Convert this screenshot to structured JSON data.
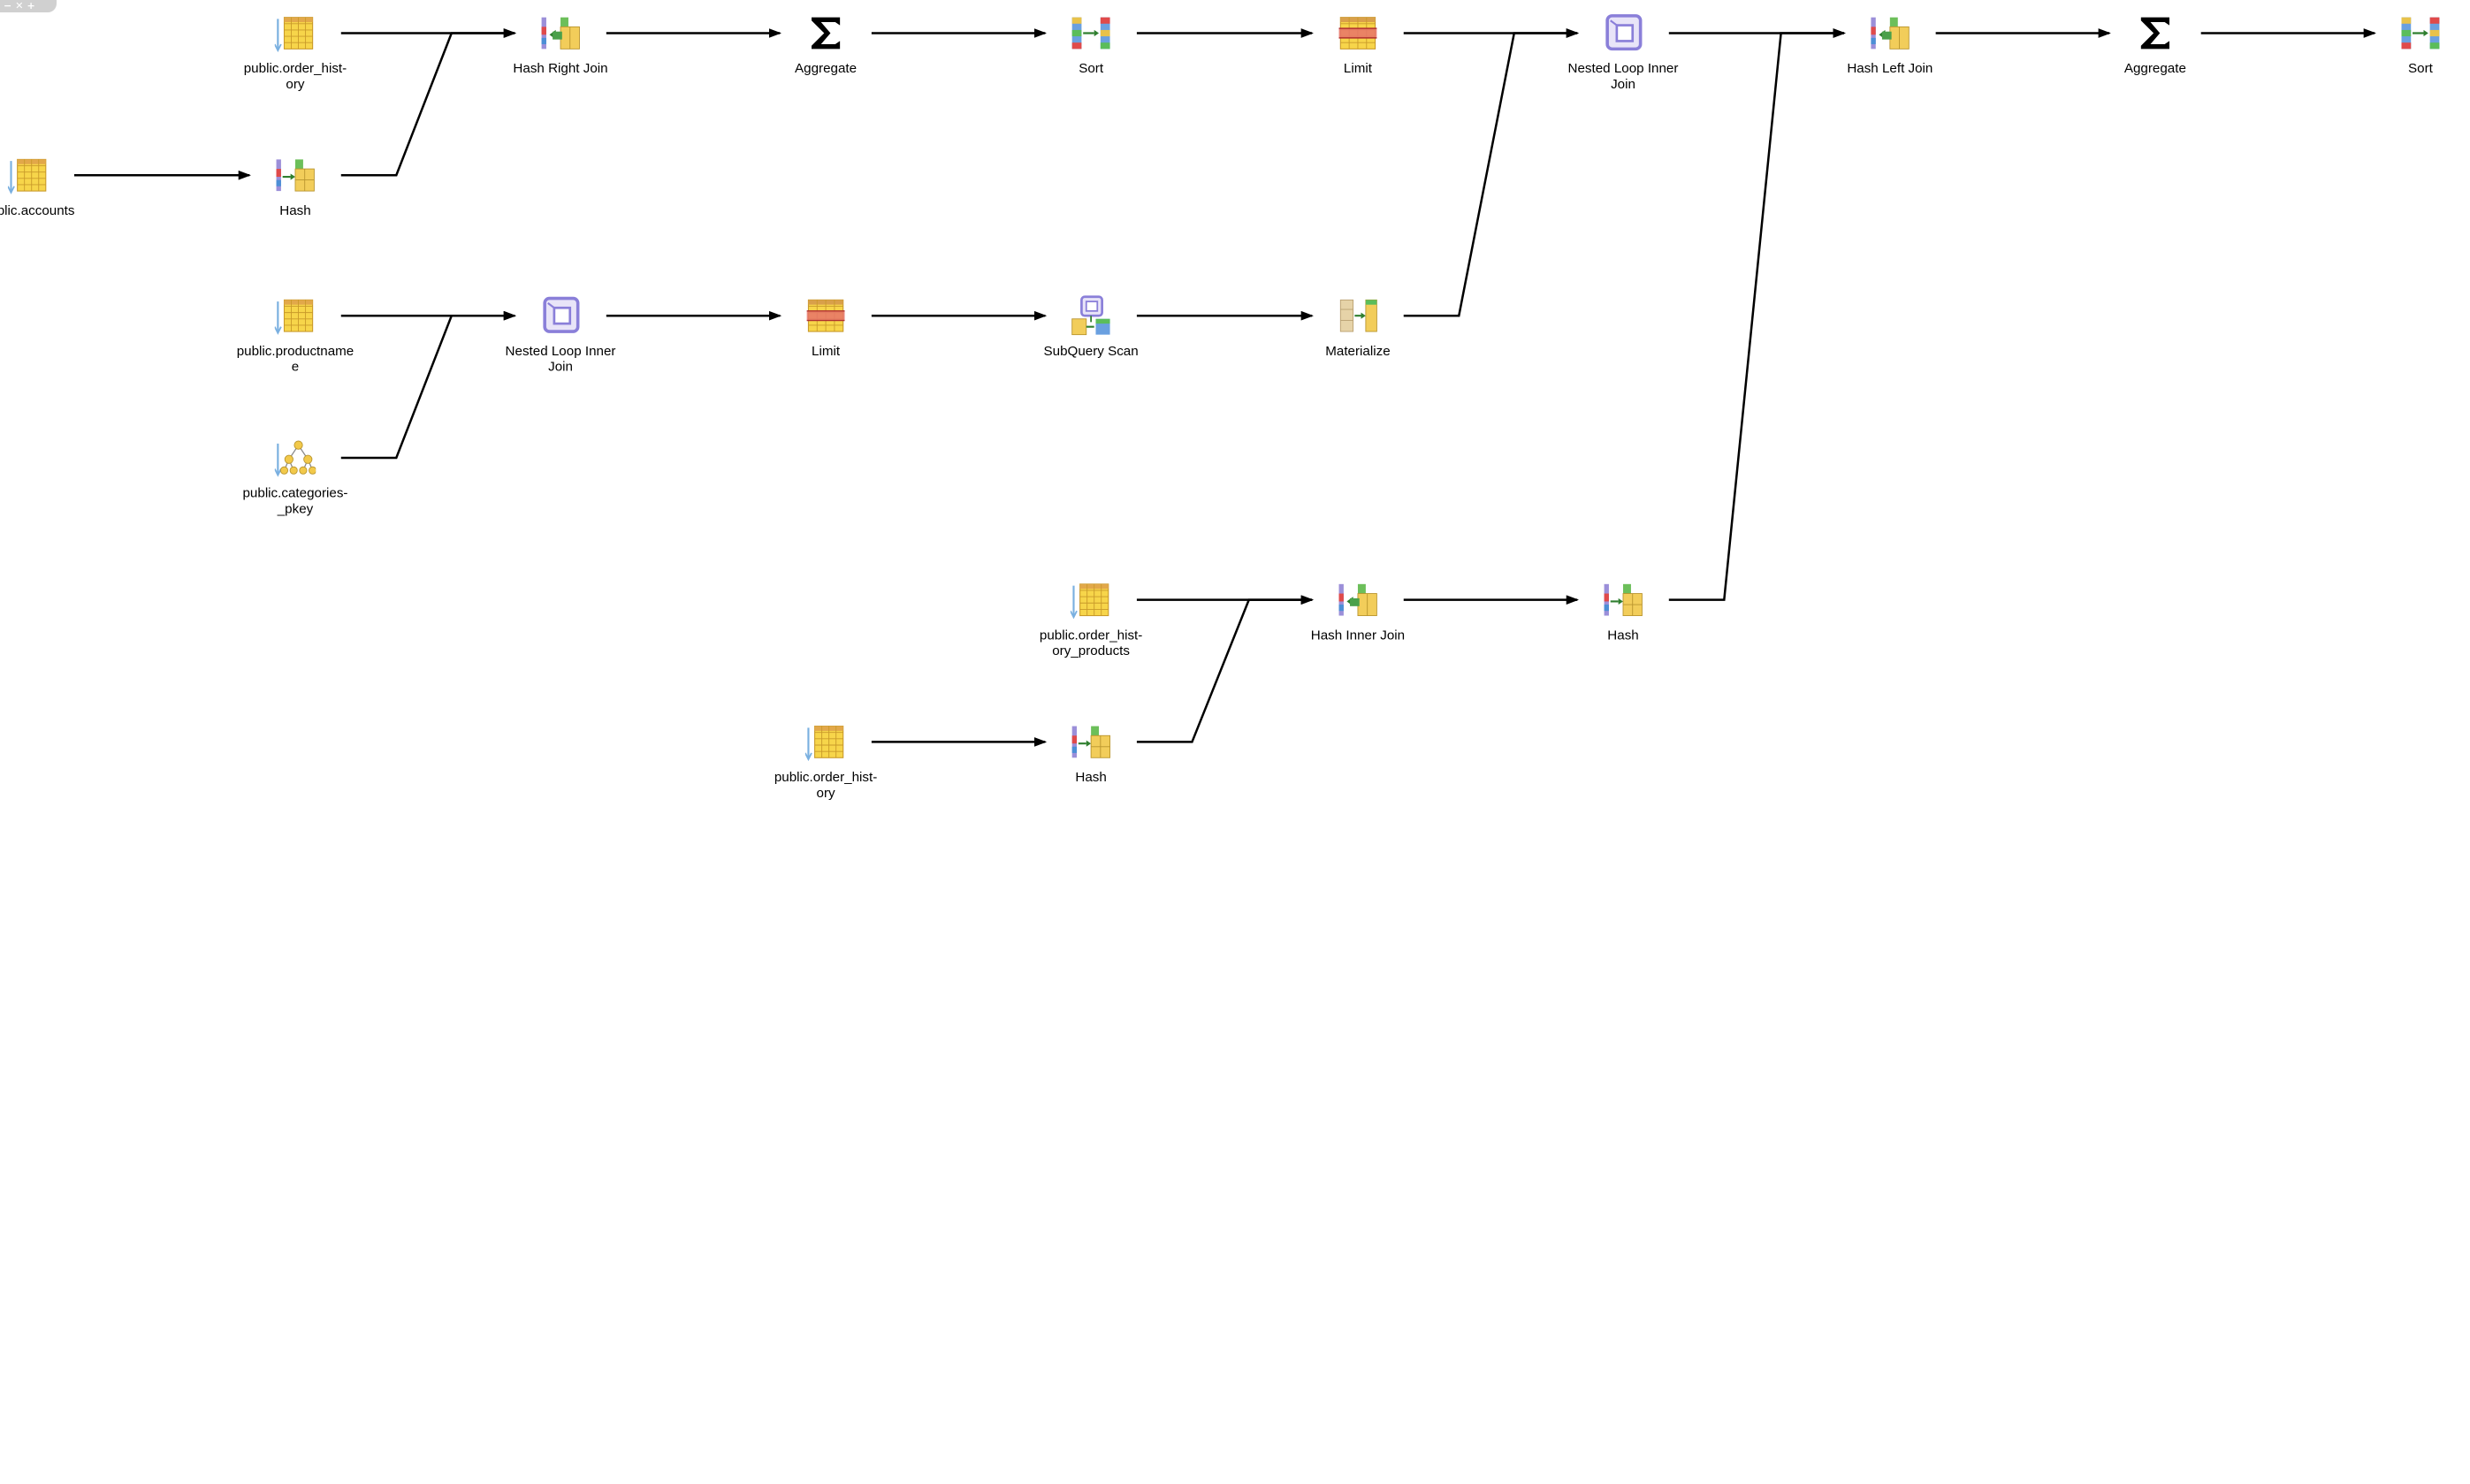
{
  "toolbar": {
    "buttons": [
      {
        "name": "zoom-out",
        "glyph": "−"
      },
      {
        "name": "zoom-reset",
        "glyph": "✕"
      },
      {
        "name": "zoom-in",
        "glyph": "+"
      }
    ]
  },
  "nodes": [
    {
      "id": "n1",
      "label": "public.order_hist-\nory",
      "kind": "scan"
    },
    {
      "id": "n2",
      "label": "Hash Right Join",
      "kind": "hash-join"
    },
    {
      "id": "n3",
      "label": "Aggregate",
      "kind": "aggregate"
    },
    {
      "id": "n4",
      "label": "Sort",
      "kind": "sort"
    },
    {
      "id": "n5",
      "label": "Limit",
      "kind": "limit"
    },
    {
      "id": "n6",
      "label": "Nested Loop Inner\nJoin",
      "kind": "nested-loop"
    },
    {
      "id": "n7",
      "label": "Hash Left Join",
      "kind": "hash-join"
    },
    {
      "id": "n8",
      "label": "Aggregate",
      "kind": "aggregate"
    },
    {
      "id": "n9",
      "label": "Sort",
      "kind": "sort"
    },
    {
      "id": "n10",
      "label": "public.accounts",
      "kind": "scan"
    },
    {
      "id": "n11",
      "label": "Hash",
      "kind": "hash"
    },
    {
      "id": "n12",
      "label": "public.productname\ne",
      "kind": "scan"
    },
    {
      "id": "n13",
      "label": "Nested Loop Inner\nJoin",
      "kind": "nested-loop"
    },
    {
      "id": "n14",
      "label": "Limit",
      "kind": "limit"
    },
    {
      "id": "n15",
      "label": "SubQuery Scan",
      "kind": "subquery"
    },
    {
      "id": "n16",
      "label": "Materialize",
      "kind": "materialize"
    },
    {
      "id": "n17",
      "label": "public.categories-\n_pkey",
      "kind": "index"
    },
    {
      "id": "n18",
      "label": "public.order_hist-\nory_products",
      "kind": "scan"
    },
    {
      "id": "n19",
      "label": "Hash Inner Join",
      "kind": "hash-join"
    },
    {
      "id": "n20",
      "label": "Hash",
      "kind": "hash"
    },
    {
      "id": "n21",
      "label": "public.order_hist-\nory",
      "kind": "scan"
    },
    {
      "id": "n22",
      "label": "Hash",
      "kind": "hash"
    }
  ],
  "edges": [
    [
      "n1",
      "n2"
    ],
    [
      "n2",
      "n3"
    ],
    [
      "n3",
      "n4"
    ],
    [
      "n4",
      "n5"
    ],
    [
      "n5",
      "n6"
    ],
    [
      "n6",
      "n7"
    ],
    [
      "n7",
      "n8"
    ],
    [
      "n8",
      "n9"
    ],
    [
      "n10",
      "n11"
    ],
    [
      "n11",
      "n2"
    ],
    [
      "n12",
      "n13"
    ],
    [
      "n13",
      "n14"
    ],
    [
      "n14",
      "n15"
    ],
    [
      "n15",
      "n16"
    ],
    [
      "n16",
      "n6"
    ],
    [
      "n17",
      "n13"
    ],
    [
      "n18",
      "n19"
    ],
    [
      "n19",
      "n20"
    ],
    [
      "n20",
      "n7"
    ],
    [
      "n21",
      "n22"
    ],
    [
      "n22",
      "n19"
    ]
  ]
}
